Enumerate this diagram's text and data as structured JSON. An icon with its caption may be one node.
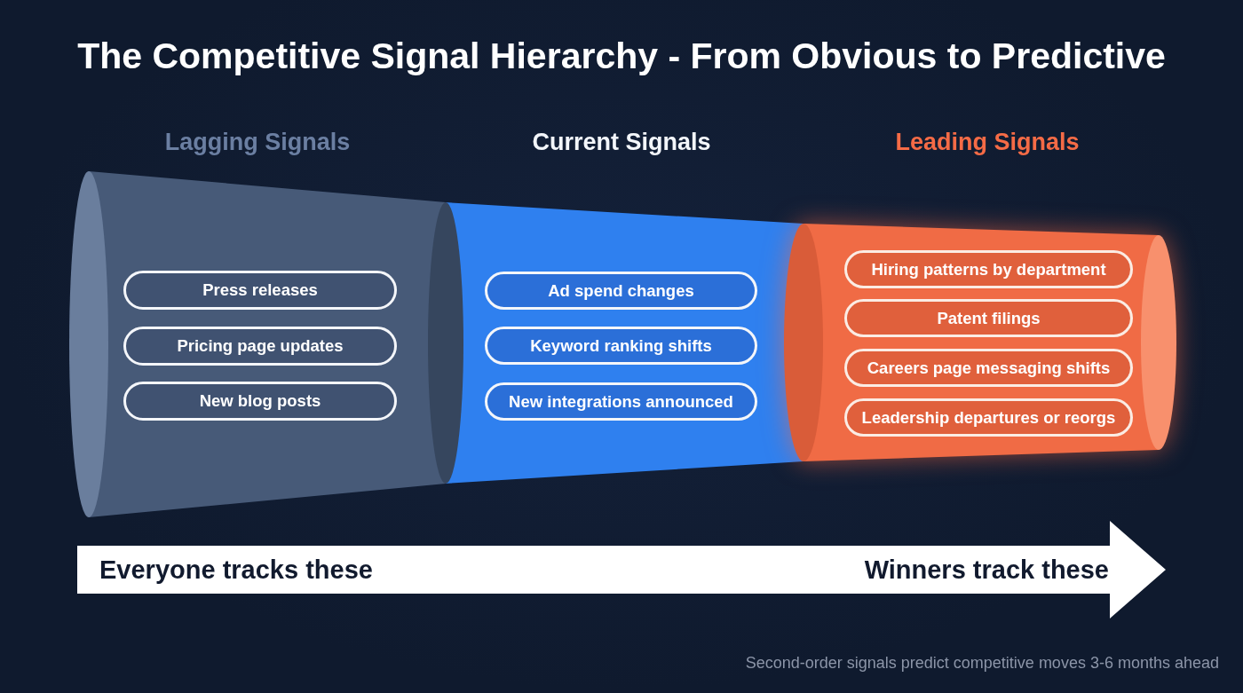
{
  "diagram": {
    "title": "The Competitive Signal Hierarchy - From Obvious to Predictive",
    "nodes": [
      {
        "text": [
          "Lagging Signals"
        ]
      },
      {
        "text": [
          "Press releases"
        ],
        "in": 0
      },
      {
        "text": [
          "Pricing page updates"
        ],
        "in": 0
      },
      {
        "text": [
          "New blog posts"
        ],
        "in": 0
      },
      {
        "text": [
          "Current Signals"
        ]
      },
      {
        "text": [
          "Ad spend changes"
        ],
        "in": 4
      },
      {
        "text": [
          "Keyword ranking shifts"
        ],
        "in": 4
      },
      {
        "text": [
          "New integrations announced"
        ],
        "in": 4
      },
      {
        "text": [
          "Leading Signals"
        ]
      },
      {
        "text": [
          "Hiring patterns by department"
        ],
        "in": 8
      },
      {
        "text": [
          "Patent filings"
        ],
        "in": 8
      },
      {
        "text": [
          "Careers page messaging shifts"
        ],
        "in": 8
      },
      {
        "text": [
          "Leadership departures or reorgs"
        ],
        "in": 8
      },
      {
        "text": [
          "Everyone tracks these",
          "Winners track these"
        ]
      }
    ],
    "caption": "Second-order signals predict competitive moves 3-6 months ahead"
  }
}
